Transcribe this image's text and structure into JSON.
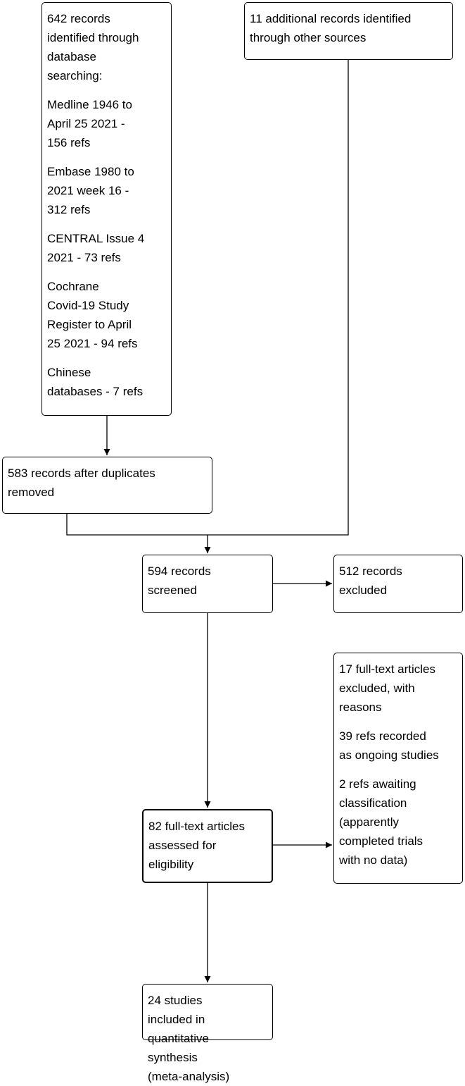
{
  "boxes": {
    "database_search": {
      "paragraphs": [
        [
          "642 records",
          "identified through",
          "database",
          "searching:"
        ],
        [
          "Medline 1946 to",
          "April 25 2021 -",
          "156 refs"
        ],
        [
          "Embase 1980 to",
          "2021 week 16 -",
          "312 refs"
        ],
        [
          "CENTRAL Issue 4",
          "2021 - 73 refs"
        ],
        [
          "Cochrane",
          "Covid-19 Study",
          "Register to April",
          "25 2021 - 94 refs"
        ],
        [
          "Chinese",
          "databases - 7 refs"
        ]
      ]
    },
    "other_sources": {
      "paragraphs": [
        [
          "11 additional records identified",
          "through other sources"
        ]
      ]
    },
    "after_duplicates": {
      "paragraphs": [
        [
          "583 records after duplicates",
          "removed"
        ]
      ]
    },
    "screened": {
      "paragraphs": [
        [
          "594 records",
          "screened"
        ]
      ]
    },
    "excluded": {
      "paragraphs": [
        [
          "512 records",
          "excluded"
        ]
      ]
    },
    "fulltext_excluded": {
      "paragraphs": [
        [
          "17 full-text articles",
          "excluded, with",
          "reasons"
        ],
        [
          "39 refs recorded",
          "as ongoing studies"
        ],
        [
          "2 refs awaiting",
          "classification",
          "(apparently",
          "completed trials",
          "with no data)"
        ]
      ]
    },
    "eligibility": {
      "paragraphs": [
        [
          "82 full-text articles",
          "assessed for",
          "eligibility"
        ]
      ]
    },
    "included": {
      "paragraphs": [
        [
          "24 studies",
          "included in",
          "quantitative",
          "synthesis",
          "(meta-analysis)"
        ]
      ]
    }
  }
}
